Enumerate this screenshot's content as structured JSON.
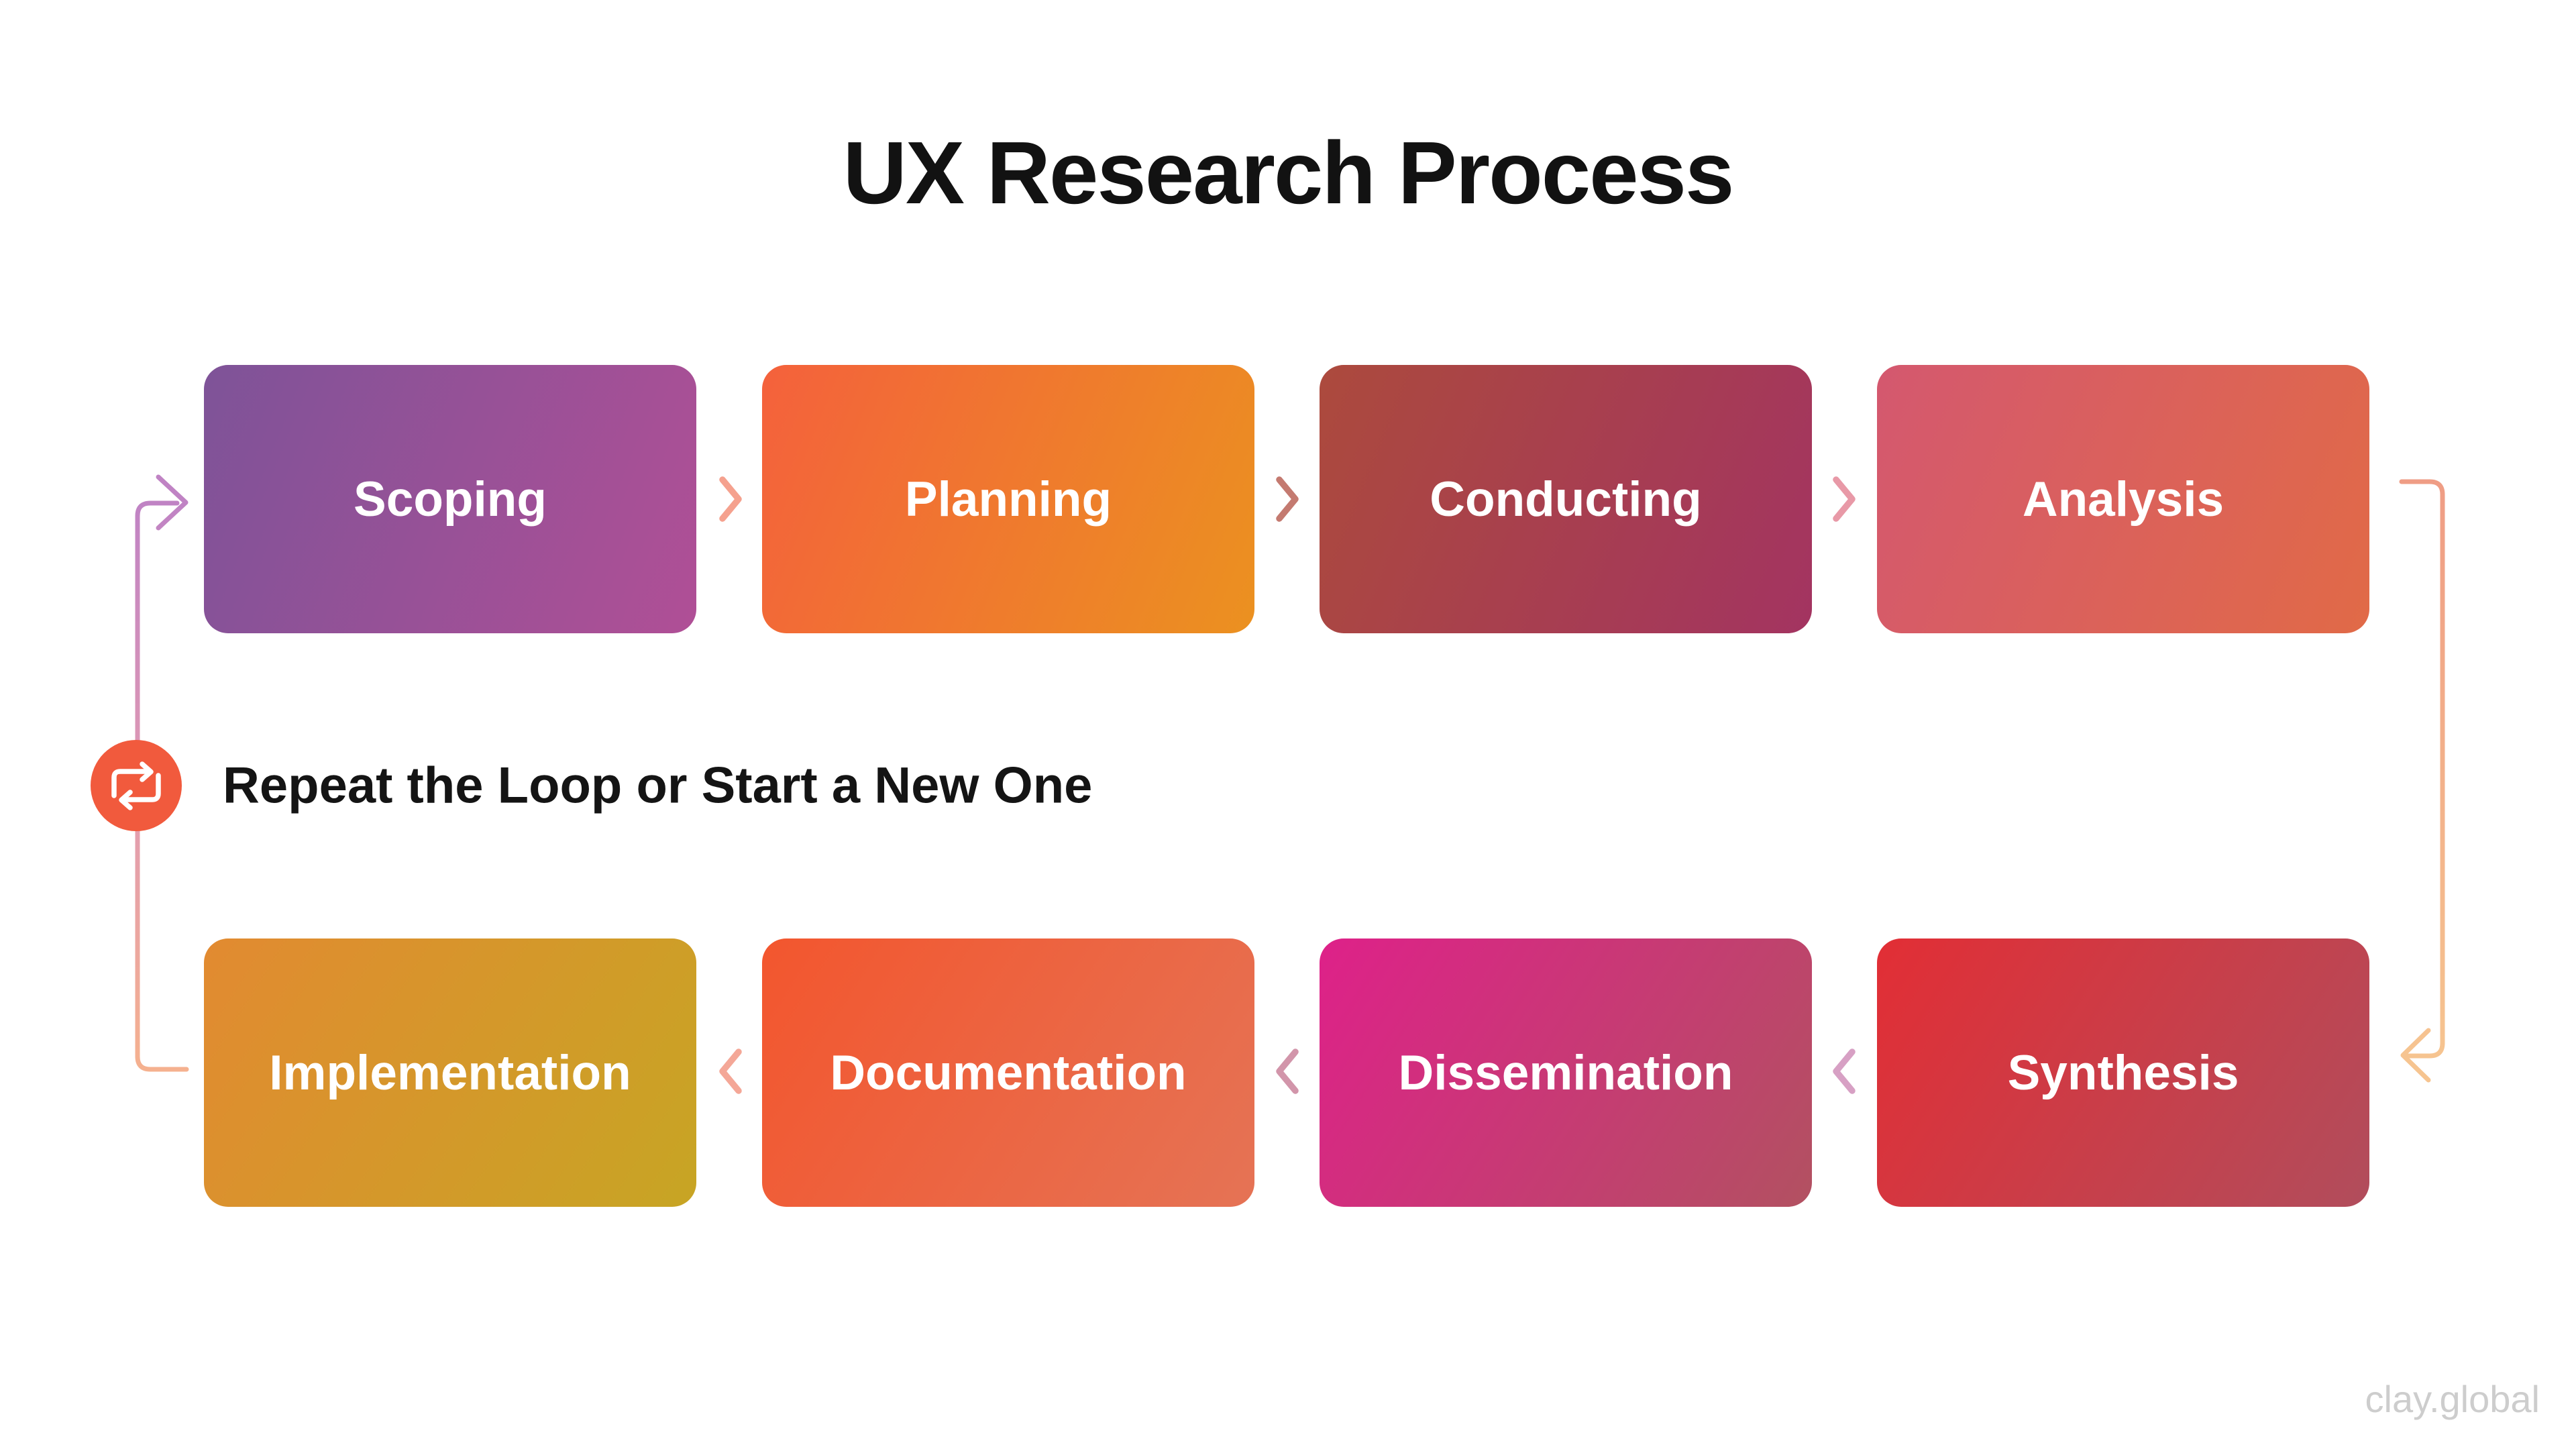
{
  "title": "UX Research Process",
  "watermark": "clay.global",
  "loop_note": {
    "icon": "repeat-icon",
    "circle_color": "#F15A3D",
    "label": "Repeat the Loop or Start a New One"
  },
  "stages": [
    {
      "label": "Scoping",
      "row": "top",
      "gradient": [
        "#7E5398",
        "#B04F96"
      ]
    },
    {
      "label": "Planning",
      "row": "top",
      "gradient": [
        "#F4613C",
        "#EB9120"
      ]
    },
    {
      "label": "Conducting",
      "row": "top",
      "gradient": [
        "#AC4A3D",
        "#A33461"
      ]
    },
    {
      "label": "Analysis",
      "row": "top",
      "gradient": [
        "#D4586F",
        "#E16A47"
      ]
    },
    {
      "label": "Implementation",
      "row": "bottom",
      "gradient": [
        "#E28A31",
        "#C7A524"
      ]
    },
    {
      "label": "Documentation",
      "row": "bottom",
      "gradient": [
        "#F3562E",
        "#E57355"
      ]
    },
    {
      "label": "Dissemination",
      "row": "bottom",
      "gradient": [
        "#DE2189",
        "#B25161"
      ]
    },
    {
      "label": "Synthesis",
      "row": "bottom",
      "gradient": [
        "#E22E35",
        "#B14D5C"
      ]
    }
  ],
  "connectors": {
    "top_chevrons": [
      {
        "between": [
          "Scoping",
          "Planning"
        ],
        "direction": "right",
        "color": "#F5A18E"
      },
      {
        "between": [
          "Planning",
          "Conducting"
        ],
        "direction": "right",
        "color": "#C47A70"
      },
      {
        "between": [
          "Conducting",
          "Analysis"
        ],
        "direction": "right",
        "color": "#E899A7"
      }
    ],
    "bottom_chevrons": [
      {
        "between": [
          "Implementation",
          "Documentation"
        ],
        "direction": "left",
        "color": "#F4A797"
      },
      {
        "between": [
          "Documentation",
          "Dissemination"
        ],
        "direction": "left",
        "color": "#D295AA"
      },
      {
        "between": [
          "Dissemination",
          "Synthesis"
        ],
        "direction": "left",
        "color": "#D7A0C4"
      }
    ],
    "right_elbow": {
      "from": "Analysis",
      "to": "Synthesis",
      "gradient": [
        "#EF9D85",
        "#F6C490"
      ]
    },
    "left_elbow": {
      "from": "Implementation",
      "to": "Scoping",
      "gradient": [
        "#C083C4",
        "#E09AB3",
        "#F5B18F"
      ]
    }
  }
}
